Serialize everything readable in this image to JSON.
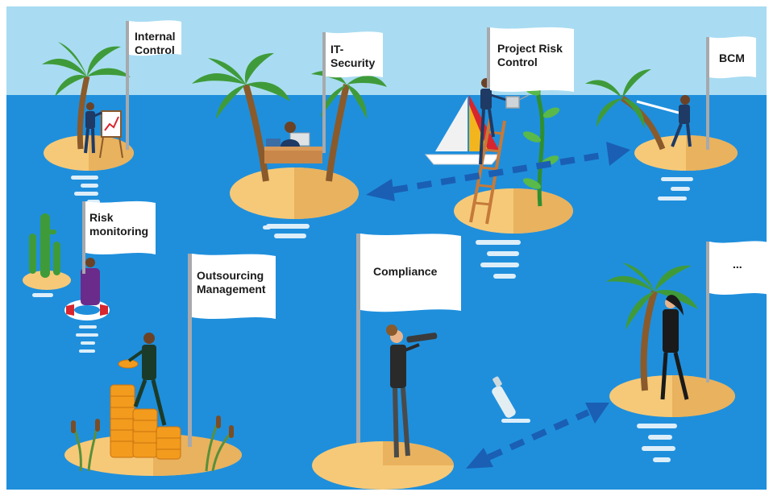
{
  "colors": {
    "sky": "#a9dcf2",
    "sea": "#1f8fdc",
    "sea_dark": "#1577c2",
    "sand": "#f6c978",
    "sand_shade": "#e9b25e",
    "flag": "#ffffff",
    "pole": "#a7a9ac",
    "arrow": "#1a5fb4",
    "palm_leaf": "#3f9b3a",
    "palm_trunk": "#8a5a2b"
  },
  "flags": [
    {
      "id": "internal-control",
      "label": "Internal\nControl"
    },
    {
      "id": "it-security",
      "label": "IT-\nSecurity"
    },
    {
      "id": "project-risk-control",
      "label": "Project Risk\nControl"
    },
    {
      "id": "bcm",
      "label": "BCM"
    },
    {
      "id": "risk-monitoring",
      "label": "Risk\nmonitoring"
    },
    {
      "id": "outsourcing-management",
      "label": "Outsourcing\nManagement"
    },
    {
      "id": "compliance",
      "label": "Compliance"
    },
    {
      "id": "more",
      "label": "..."
    }
  ]
}
